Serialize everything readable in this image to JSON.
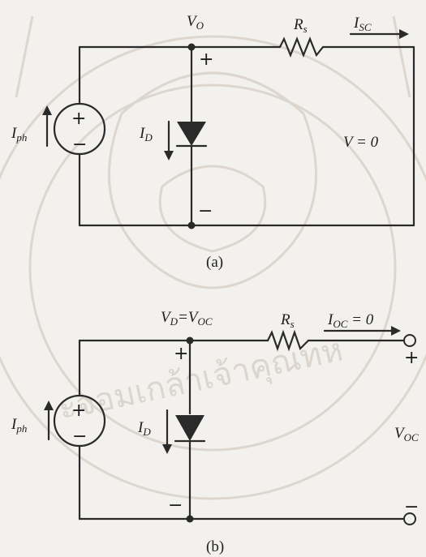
{
  "circuit_a": {
    "node_top_label": "V",
    "node_top_sub": "O",
    "resistor_label": "R",
    "resistor_sub": "s",
    "current_out_label": "I",
    "current_out_sub": "SC",
    "source_label": "I",
    "source_sub": "ph",
    "diode_current_label": "I",
    "diode_current_sub": "D",
    "diode_plus": "+",
    "diode_minus": "−",
    "output_voltage": "V = 0",
    "source_plus": "+",
    "source_minus": "−",
    "caption": "(a)"
  },
  "circuit_b": {
    "node_top_label": "V",
    "node_top_sub": "D",
    "node_top_eq": "=V",
    "node_top_eq_sub": "OC",
    "resistor_label": "R",
    "resistor_sub": "s",
    "current_out_label": "I",
    "current_out_sub": "OC",
    "current_out_eq": " = 0",
    "source_label": "I",
    "source_sub": "ph",
    "diode_current_label": "I",
    "diode_current_sub": "D",
    "diode_plus": "+",
    "diode_minus": "−",
    "terminal_plus": "+",
    "terminal_minus": "−",
    "output_voltage_label": "V",
    "output_voltage_sub": "OC",
    "source_plus": "+",
    "source_minus": "−",
    "caption": "(b)"
  },
  "watermark": {
    "text": "ะจอมเกล้าเจ้าคุณทห"
  }
}
